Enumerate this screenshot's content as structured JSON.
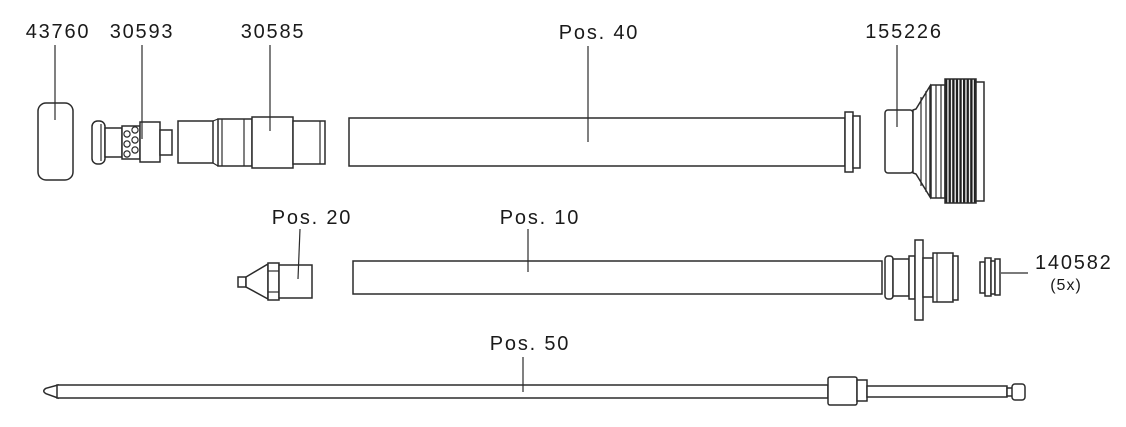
{
  "diagram_type": "exploded-parts-diagram",
  "colors": {
    "background": "#ffffff",
    "line": "#2b2b2b",
    "knurl_fill": "#1f1f1f",
    "text": "#1a1a1a"
  },
  "parts": {
    "p43760": {
      "label": "43760"
    },
    "p30593": {
      "label": "30593"
    },
    "p30585": {
      "label": "30585"
    },
    "pos40": {
      "label": "Pos. 40"
    },
    "p155226": {
      "label": "155226"
    },
    "pos20": {
      "label": "Pos. 20"
    },
    "pos10": {
      "label": "Pos. 10"
    },
    "p140582": {
      "label": "140582",
      "qty": "(5x)"
    },
    "pos50": {
      "label": "Pos. 50"
    }
  }
}
